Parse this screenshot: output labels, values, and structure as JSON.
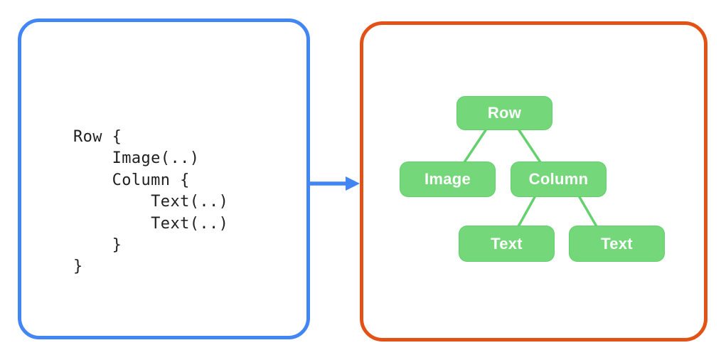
{
  "colors": {
    "page-bg": "#ffffff",
    "panel-bg": "#ffffff",
    "code-border": "#4285f4",
    "arrow": "#4285f4",
    "tree-border": "#e25217",
    "node-fill": "#74d87a",
    "node-border": "#62cf6c",
    "node-text": "#ffffff",
    "edge": "#65d16e",
    "code-text": "#1f1f1f"
  },
  "code_panel": {
    "lines": [
      "Row {",
      "    Image(..)",
      "    Column {",
      "        Text(..)",
      "        Text(..)",
      "    }",
      "}"
    ]
  },
  "arrow": {
    "icon": "arrow-right-icon",
    "direction": "right"
  },
  "tree_panel": {
    "nodes": [
      {
        "id": "row",
        "label": "Row"
      },
      {
        "id": "image",
        "label": "Image"
      },
      {
        "id": "column",
        "label": "Column"
      },
      {
        "id": "text-1",
        "label": "Text"
      },
      {
        "id": "text-2",
        "label": "Text"
      }
    ],
    "edges": [
      {
        "from": "row",
        "to": "image"
      },
      {
        "from": "row",
        "to": "column"
      },
      {
        "from": "column",
        "to": "text-1"
      },
      {
        "from": "column",
        "to": "text-2"
      }
    ]
  }
}
